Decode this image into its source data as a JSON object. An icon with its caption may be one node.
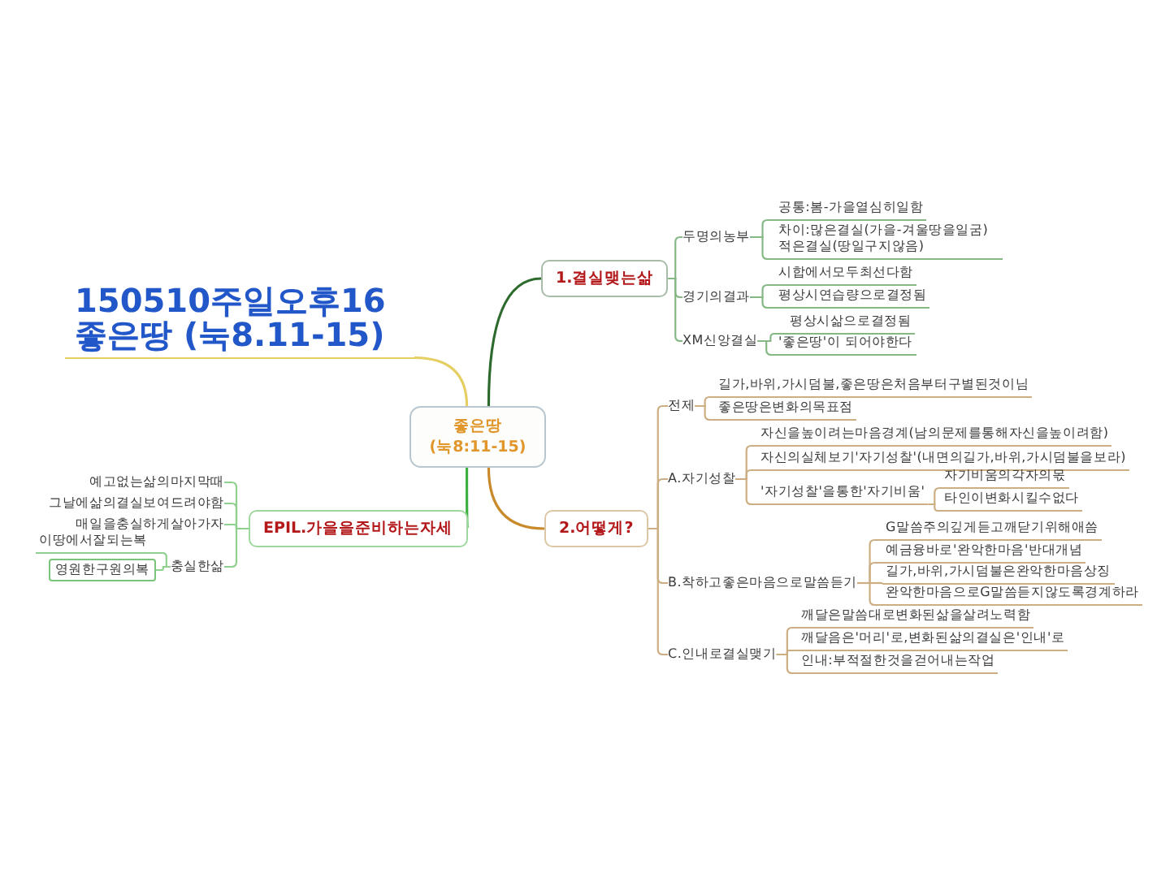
{
  "diagram": {
    "nodes": [
      {
        "text": [
          "150510주일오후16 좋은땅 (눅8.11-15)"
        ]
      },
      {
        "text": [
          "좋은땅 (눅8:11-15)"
        ]
      },
      {
        "text": [
          "1.결실맺는삶"
        ]
      },
      {
        "text": [
          "두명의농부"
        ]
      },
      {
        "text": [
          "공통:봄-가을열심히일함"
        ]
      },
      {
        "text": [
          "차이:많은결실(가을-겨울땅을일굼) 적은결실(땅일구지않음)"
        ]
      },
      {
        "text": [
          "경기의결과"
        ]
      },
      {
        "text": [
          "시합에서모두최선다함"
        ]
      },
      {
        "text": [
          "평상시연습량으로결정됨"
        ]
      },
      {
        "text": [
          "XM신앙결실"
        ]
      },
      {
        "text": [
          "평상시삶으로결정됨"
        ]
      },
      {
        "text": [
          "'좋은땅'이 되어야한다"
        ]
      },
      {
        "text": [
          "2.어떻게?"
        ]
      },
      {
        "text": [
          "전제"
        ]
      },
      {
        "text": [
          "길가,바위,가시덤불,좋은땅은처음부터구별된것이님"
        ]
      },
      {
        "text": [
          "좋은땅은변화의목표점"
        ]
      },
      {
        "text": [
          "A.자기성찰"
        ]
      },
      {
        "text": [
          "자신을높이려는마음경계(남의문제를통해자신을높이려함)"
        ]
      },
      {
        "text": [
          "자신의실체보기'자기성찰'(내면의길가,바위,가시덤불을보라)"
        ]
      },
      {
        "text": [
          "'자기성찰'을통한'자기비움'"
        ]
      },
      {
        "text": [
          "자기비움의각자의몫"
        ]
      },
      {
        "text": [
          "타인이변화시킬수없다"
        ]
      },
      {
        "text": [
          "B.착하고좋은마음으로말씀듣기"
        ]
      },
      {
        "text": [
          "G말씀주의깊게듣고깨닫기위해애씀"
        ]
      },
      {
        "text": [
          "예금융바로'완악한마음'반대개념"
        ]
      },
      {
        "text": [
          "길가,바위,가시덤불은완악한마음상징"
        ]
      },
      {
        "text": [
          "완악한마음으로G말씀듣지않도록경계하라"
        ]
      },
      {
        "text": [
          "C.인내로결실맺기"
        ]
      },
      {
        "text": [
          "깨달은말씀대로변화된삶을살려노력함"
        ]
      },
      {
        "text": [
          "깨달음은'머리'로,변화된삶의결실은'인내'로"
        ]
      },
      {
        "text": [
          "인내:부적절한것을걷어내는작업"
        ]
      },
      {
        "text": [
          "EPIL.가을을준비하는자세"
        ]
      },
      {
        "text": [
          "예고없는삶의마지막때"
        ]
      },
      {
        "text": [
          "그날에삶의결실보여드려야함"
        ]
      },
      {
        "text": [
          "매일을충실하게살아가자"
        ]
      },
      {
        "text": [
          "충실한삶"
        ]
      },
      {
        "text": [
          "이땅에서잘되는복"
        ]
      },
      {
        "text": [
          "영원한구원의복"
        ]
      }
    ],
    "edges": [
      {
        "from": 1,
        "to": 0,
        "arrow": "none",
        "color": "#e6cf62"
      },
      {
        "from": 1,
        "to": 2,
        "arrow": "none",
        "color": "#2d6a2d"
      },
      {
        "from": 2,
        "to": 3,
        "arrow": "none",
        "color": "#86b886"
      },
      {
        "from": 3,
        "to": 4,
        "arrow": "none",
        "color": "#86b886"
      },
      {
        "from": 3,
        "to": 5,
        "arrow": "none",
        "color": "#86b886"
      },
      {
        "from": 2,
        "to": 6,
        "arrow": "none",
        "color": "#86b886"
      },
      {
        "from": 6,
        "to": 7,
        "arrow": "none",
        "color": "#86b886"
      },
      {
        "from": 6,
        "to": 8,
        "arrow": "none",
        "color": "#86b886"
      },
      {
        "from": 2,
        "to": 9,
        "arrow": "none",
        "color": "#86b886"
      },
      {
        "from": 9,
        "to": 10,
        "arrow": "none",
        "color": "#86b886"
      },
      {
        "from": 9,
        "to": 11,
        "arrow": "none",
        "color": "#86b886"
      },
      {
        "from": 1,
        "to": 12,
        "arrow": "none",
        "color": "#c98a2c"
      },
      {
        "from": 12,
        "to": 13,
        "arrow": "none"
      },
      {
        "from": 13,
        "to": 14,
        "arrow": "none"
      },
      {
        "from": 13,
        "to": 15,
        "arrow": "none"
      },
      {
        "from": 12,
        "to": 16,
        "arrow": "none"
      },
      {
        "from": 16,
        "to": 17,
        "arrow": "none"
      },
      {
        "from": 16,
        "to": 18,
        "arrow": "none"
      },
      {
        "from": 16,
        "to": 19,
        "arrow": "none"
      },
      {
        "from": 19,
        "to": 20,
        "arrow": "none"
      },
      {
        "from": 19,
        "to": 21,
        "arrow": "none"
      },
      {
        "from": 12,
        "to": 22,
        "arrow": "none"
      },
      {
        "from": 22,
        "to": 23,
        "arrow": "none"
      },
      {
        "from": 22,
        "to": 24,
        "arrow": "none"
      },
      {
        "from": 22,
        "to": 25,
        "arrow": "none"
      },
      {
        "from": 22,
        "to": 26,
        "arrow": "none"
      },
      {
        "from": 12,
        "to": 27,
        "arrow": "none"
      },
      {
        "from": 27,
        "to": 28,
        "arrow": "none"
      },
      {
        "from": 27,
        "to": 29,
        "arrow": "none"
      },
      {
        "from": 27,
        "to": 30,
        "arrow": "none"
      },
      {
        "from": 1,
        "to": 31,
        "arrow": "none",
        "color": "#3cb043"
      },
      {
        "from": 31,
        "to": 32,
        "arrow": "none",
        "color": "#8fd08f"
      },
      {
        "from": 31,
        "to": 33,
        "arrow": "none",
        "color": "#8fd08f"
      },
      {
        "from": 31,
        "to": 34,
        "arrow": "none",
        "color": "#8fd08f"
      },
      {
        "from": 31,
        "to": 35,
        "arrow": "none",
        "color": "#8fd08f"
      },
      {
        "from": 35,
        "to": 36,
        "arrow": "none",
        "color": "#8fd08f"
      },
      {
        "from": 35,
        "to": 37,
        "arrow": "none",
        "color": "#8fd08f"
      }
    ]
  }
}
